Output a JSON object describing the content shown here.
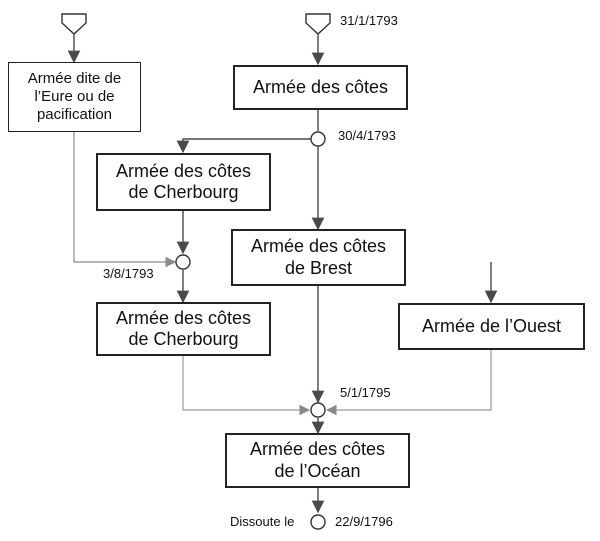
{
  "boxes": {
    "eure": [
      "Armée dite de",
      "l’Eure ou de",
      "pacification"
    ],
    "cotes": [
      "Armée des côtes"
    ],
    "cherbourg1": [
      "Armée des côtes",
      "de Cherbourg"
    ],
    "brest": [
      "Armée des côtes",
      "de Brest"
    ],
    "cherbourg2": [
      "Armée des côtes",
      "de Cherbourg"
    ],
    "ouest": [
      "Armée de l’Ouest"
    ],
    "ocean": [
      "Armée des côtes",
      "de l’Océan"
    ]
  },
  "dates": {
    "start": "31/1/1793",
    "split": "30/4/1793",
    "merge_cherbourg": "3/8/1793",
    "merge_ocean": "5/1/1795",
    "end": "22/9/1796"
  },
  "end_prefix": "Dissoute le",
  "colors": {
    "line_dark": "#4a4a4a",
    "line_light": "#9a9a9a",
    "box_border": "#222222"
  }
}
